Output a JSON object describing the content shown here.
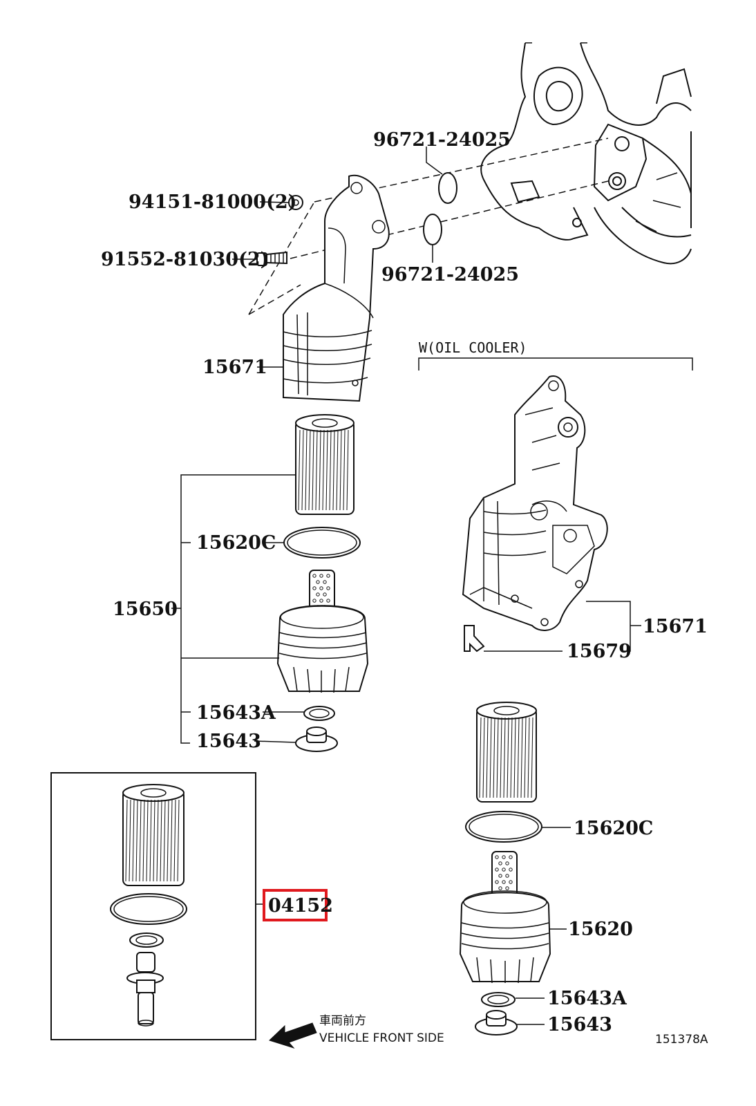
{
  "labels": {
    "o_ring_top": "96721-24025",
    "o_ring_bottom": "96721-24025",
    "nut": "94151-81000(2)",
    "bolt": "91552-81030(2)",
    "housing_main": "15671",
    "filter_element_main": "15620C",
    "assembly": "15650",
    "drain_gasket_main": "15643A",
    "drain_plug_main": "15643",
    "kit": "04152",
    "variant_header": "W(OIL COOLER)",
    "housing_cooler": "15671",
    "clip_cooler": "15679",
    "filter_element_cooler": "15620C",
    "cap_cooler": "15620",
    "drain_gasket_cooler": "15643A",
    "drain_plug_cooler": "15643",
    "direction_jp": "車両前方",
    "direction_en": "VEHICLE FRONT SIDE",
    "diagram_id": "151378A"
  },
  "colors": {
    "highlight": "#e0191e",
    "line": "#111111"
  }
}
